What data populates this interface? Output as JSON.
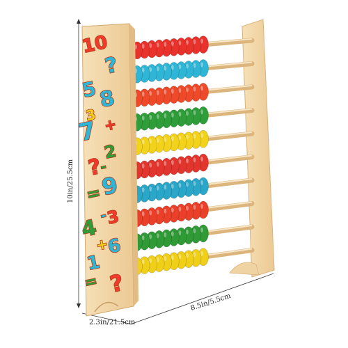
{
  "dimensions": {
    "height_label": "10in/25.5cm",
    "width_label": "8.5in/5.5cm",
    "depth_label": "2.3in/21.5cm"
  },
  "abacus": {
    "rows": 10,
    "beads_per_row": 10,
    "bead_colors": [
      "#e8322b",
      "#2fb5d6",
      "#ee4a2a",
      "#2f9e3a",
      "#f2d21b",
      "#e2352d",
      "#2aa6c9",
      "#ea3f29",
      "#2f9a36",
      "#f0cf18"
    ],
    "wood_color": "#f1d6a8",
    "wood_edge_color": "#d9b27a"
  },
  "side_panel": {
    "glyphs": [
      {
        "text": "10",
        "color": "#ee3b2b"
      },
      {
        "text": "?",
        "color": "#2fb5d6"
      },
      {
        "text": "5",
        "color": "#2fb5d6"
      },
      {
        "text": "8",
        "color": "#2fb5d6"
      },
      {
        "text": "3",
        "color": "#f2d21b"
      },
      {
        "text": "7",
        "color": "#2fb5d6"
      },
      {
        "text": "+",
        "color": "#ee3b2b"
      },
      {
        "text": "2",
        "color": "#2f9e3a"
      },
      {
        "text": "?",
        "color": "#ee3b2b"
      },
      {
        "text": "-",
        "color": "#2f9e3a"
      },
      {
        "text": "9",
        "color": "#2fb5d6"
      },
      {
        "text": "=",
        "color": "#2f9e3a"
      },
      {
        "text": "3",
        "color": "#ee3b2b"
      },
      {
        "text": "-",
        "color": "#2fb5d6"
      },
      {
        "text": "4",
        "color": "#2f9e3a"
      },
      {
        "text": "6",
        "color": "#2fb5d6"
      },
      {
        "text": "+",
        "color": "#f2d21b"
      },
      {
        "text": "1",
        "color": "#2fb5d6"
      },
      {
        "text": "=",
        "color": "#2f9e3a"
      },
      {
        "text": "?",
        "color": "#ee3b2b"
      }
    ]
  }
}
